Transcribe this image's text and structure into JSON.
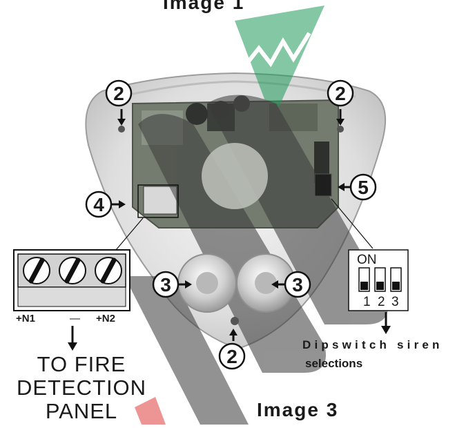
{
  "titles": {
    "image1": "Image 1",
    "image3": "Image 3"
  },
  "callouts": {
    "mount_top_left": "2",
    "mount_top_right": "2",
    "mount_bottom": "2",
    "speaker_left": "3",
    "speaker_right": "3",
    "terminal_block": "4",
    "dipswitch_block": "5"
  },
  "terminal_labels": {
    "n1": "+N1",
    "minus": "—",
    "n2": "+N2"
  },
  "fire_panel_lines": [
    "TO FIRE",
    "DETECTION",
    "PANEL"
  ],
  "dipswitch": {
    "on_label": "ON",
    "switch_numbers": [
      "1",
      "2",
      "3"
    ],
    "caption_line1": "Dipswitch siren",
    "caption_line2": "selections"
  },
  "colors": {
    "ink": "#1a1a1a",
    "housing": "#e8e8e8",
    "pcb": "#6f7a6a",
    "watermark_green": "#1f9a5c",
    "watermark_red": "#e04040"
  }
}
